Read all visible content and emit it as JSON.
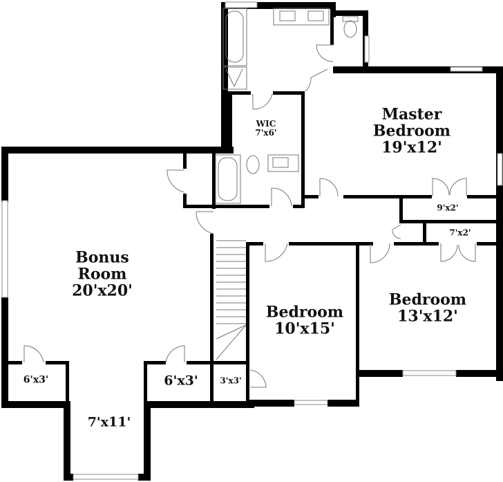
{
  "plan": {
    "type": "floor-plan",
    "background": "#ffffff",
    "wall_color": "#000000",
    "rooms": [
      {
        "id": "master-bedroom",
        "name_line1": "Master",
        "name_line2": "Bedroom",
        "size": "19'x12'"
      },
      {
        "id": "wic",
        "name": "WIC",
        "size": "7'x6'"
      },
      {
        "id": "closet-master-1",
        "size": "9'x2'"
      },
      {
        "id": "closet-master-2",
        "size": "7'x2'"
      },
      {
        "id": "bonus-room",
        "name_line1": "Bonus",
        "name_line2": "Room",
        "size": "20'x20'"
      },
      {
        "id": "bedroom-2",
        "name": "Bedroom",
        "size": "10'x15'"
      },
      {
        "id": "bedroom-3",
        "name": "Bedroom",
        "size": "13'x12'"
      },
      {
        "id": "closet-bonus-left",
        "size": "6'x3'"
      },
      {
        "id": "closet-bonus-right",
        "size": "6'x3'"
      },
      {
        "id": "closet-stairs",
        "size": "3'x3'"
      },
      {
        "id": "bonus-alcove",
        "size": "7'x11'"
      }
    ]
  }
}
